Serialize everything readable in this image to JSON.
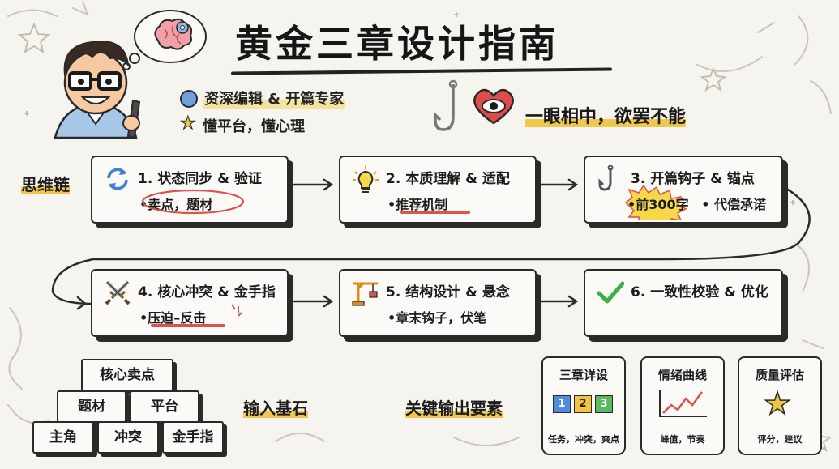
{
  "title": "黄金三章设计指南",
  "role": [
    {
      "text": "资深编辑 & 开篇专家",
      "icon": "globe-icon"
    },
    {
      "text": "懂平台，懂心理",
      "icon": "star-icon"
    }
  ],
  "tagline": "一眼相中，欲罢不能",
  "chain_label": "思维链",
  "steps": [
    {
      "title": "1. 状态同步 & 验证",
      "sub": "•卖点，题材",
      "icon": "sync-icon"
    },
    {
      "title": "2. 本质理解 & 适配",
      "sub": "•推荐机制",
      "icon": "lightbulb-icon"
    },
    {
      "title": "3. 开篇钩子 & 锚点",
      "sub_highlight": "•前300字",
      "sub_rest": "• 代偿承诺",
      "icon": "hook-icon"
    },
    {
      "title": "4. 核心冲突 & 金手指",
      "sub": "•压迫–反击",
      "icon": "crossed-swords-icon"
    },
    {
      "title": "5. 结构设计 & 悬念",
      "sub": "•章末钩子，伏笔",
      "icon": "crane-icon"
    },
    {
      "title": "6. 一致性校验 & 优化",
      "sub": "",
      "icon": "checkmark-icon"
    }
  ],
  "bricks": [
    "核心卖点",
    "题材",
    "平台",
    "主角",
    "冲突",
    "金手指"
  ],
  "foundation_label": "输入基石",
  "output_label": "关键输出要素",
  "outputs": [
    {
      "title": "三章详设",
      "sub": "任务，冲突，爽点",
      "icon": "numbers-123-icon"
    },
    {
      "title": "情绪曲线",
      "sub": "峰值，节奏",
      "icon": "rising-chart-icon"
    },
    {
      "title": "质量评估",
      "sub": "评分，建议",
      "icon": "star-icon"
    }
  ],
  "numbers": [
    "1",
    "2",
    "3"
  ],
  "colors": {
    "accent_yellow": "#f0c64c",
    "accent_red": "#d9534f",
    "accent_blue": "#3f7fd4",
    "ink": "#2a2a2a"
  }
}
